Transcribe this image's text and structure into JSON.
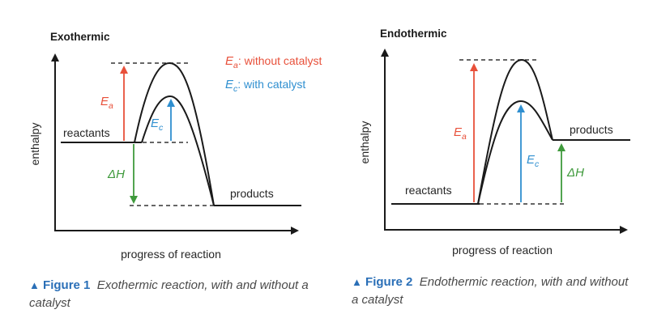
{
  "exo": {
    "title": "Exothermic",
    "ylabel": "enthalpy",
    "xlabel": "progress of reaction",
    "reactants": "reactants",
    "products": "products",
    "ea_symbol": "E",
    "ea_sub": "a",
    "ec_symbol": "E",
    "ec_sub": "c",
    "dh_label": "ΔH",
    "legend_ea_sub": "a",
    "legend_ea_text": ": without catalyst",
    "legend_ec_sub": "c",
    "legend_ec_text": ": with catalyst"
  },
  "endo": {
    "title": "Endothermic",
    "ylabel": "enthalpy",
    "xlabel": "progress of reaction",
    "reactants": "reactants",
    "products": "products",
    "ea_symbol": "E",
    "ea_sub": "a",
    "ec_symbol": "E",
    "ec_sub": "c",
    "dh_label": "ΔH"
  },
  "captions": {
    "fig1_label": "Figure 1",
    "fig1_text": "Exothermic reaction, with and without a catalyst",
    "fig2_label": "Figure 2",
    "fig2_text": "Endothermic reaction, with and without a catalyst",
    "triangle": "▲"
  },
  "colors": {
    "ea": "#e8503a",
    "ec": "#2f8fd0",
    "dh": "#3f9a3c",
    "curve": "#1a1a1a",
    "caption_label": "#2a6fb7"
  }
}
